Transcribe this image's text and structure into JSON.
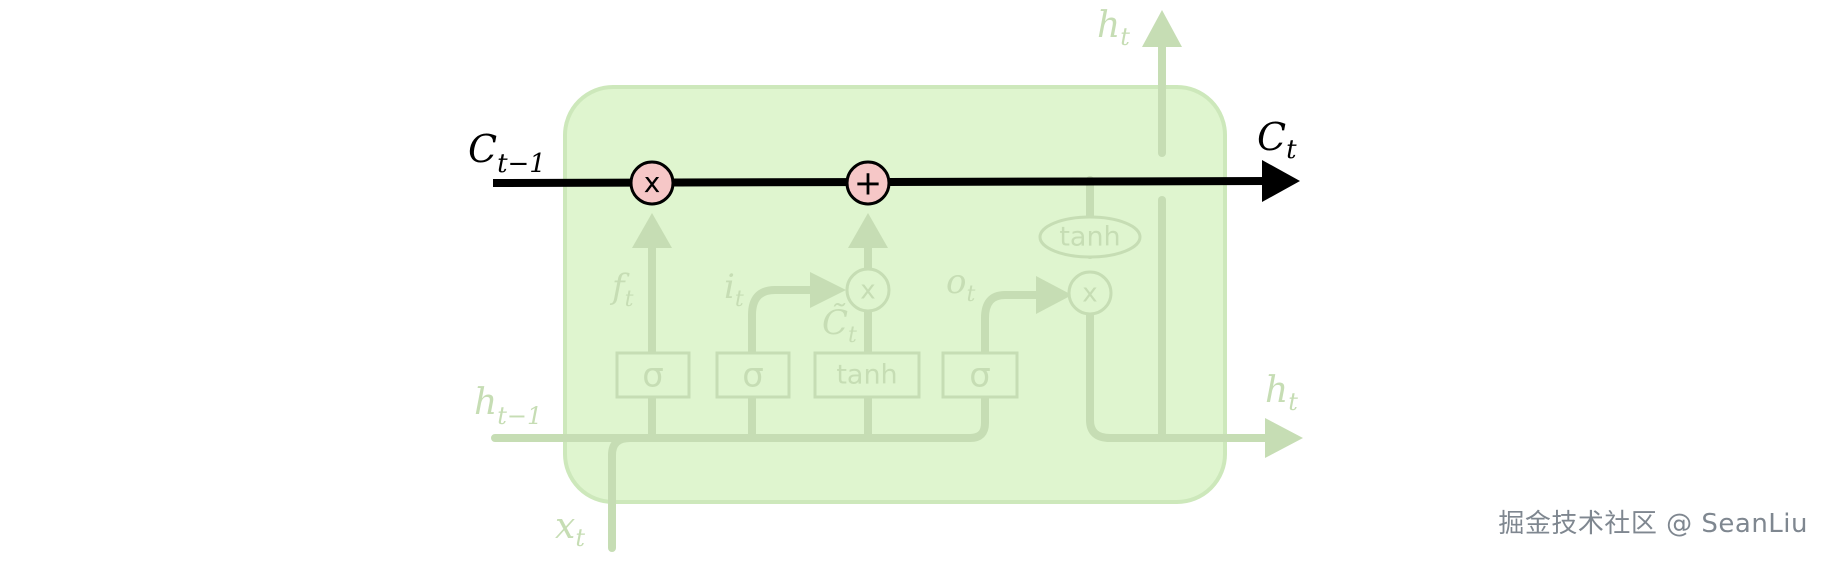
{
  "labels": {
    "c_prev_base": "C",
    "c_prev_sub": "t−1",
    "c_next_base": "C",
    "c_next_sub": "t",
    "h_top_base": "h",
    "h_top_sub": "t",
    "h_right_base": "h",
    "h_right_sub": "t",
    "h_prev_base": "h",
    "h_prev_sub": "t−1",
    "x_base": "x",
    "x_sub": "t",
    "f_base": "f",
    "f_sub": "t",
    "i_base": "i",
    "i_sub": "t",
    "o_base": "o",
    "o_sub": "t",
    "c_tilde_base": "C̃",
    "c_tilde_sub": "t"
  },
  "gates": {
    "forget": "σ",
    "input": "σ",
    "candidate": "tanh",
    "output": "σ",
    "cell_tanh": "tanh"
  },
  "operators": {
    "multiply": "x",
    "add": "+"
  },
  "watermark": "掘金技术社区 @ SeanLiu",
  "colors": {
    "cell_fill": "#dff5cf",
    "cell_stroke": "#c9e6b6",
    "faded_line": "#c6ddb4",
    "highlight_line": "#000000",
    "operator_fill": "#f6c7c7"
  }
}
